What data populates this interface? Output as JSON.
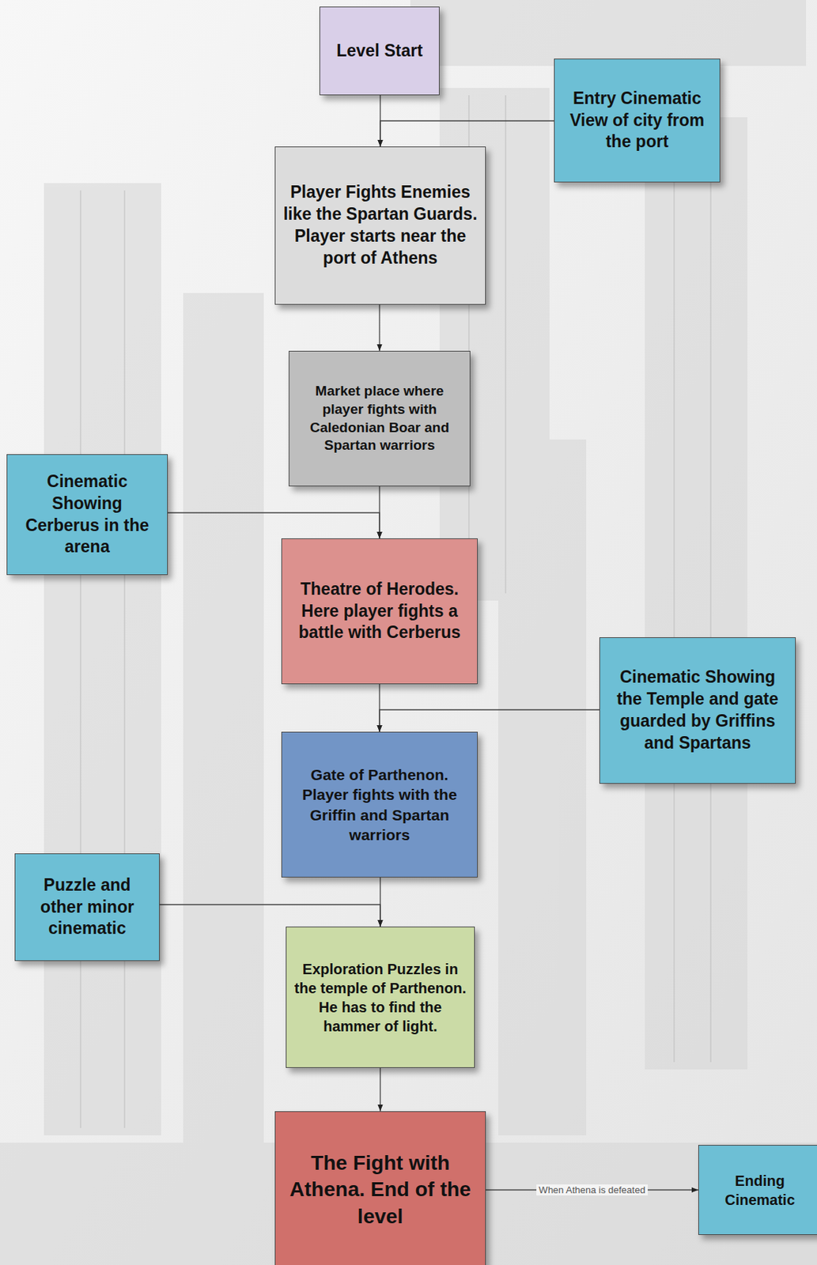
{
  "diagram": {
    "nodes": [
      {
        "text": [
          "Level Start"
        ]
      },
      {
        "text": [
          "Entry Cinematic View of city from the port"
        ]
      },
      {
        "text": [
          "Player Fights Enemies like the Spartan Guards. Player starts near the port of Athens"
        ]
      },
      {
        "text": [
          "Market place where player fights with Caledonian Boar and Spartan warriors"
        ]
      },
      {
        "text": [
          "Cinematic Showing Cerberus in the arena"
        ]
      },
      {
        "text": [
          "Theatre of Herodes. Here player fights a battle with Cerberus"
        ]
      },
      {
        "text": [
          "Cinematic Showing the Temple and gate guarded by Griffins and Spartans"
        ]
      },
      {
        "text": [
          "Gate of Parthenon. Player fights with the Griffin and Spartan warriors"
        ]
      },
      {
        "text": [
          "Puzzle and other minor cinematic"
        ]
      },
      {
        "text": [
          "Exploration Puzzles in the temple of Parthenon. He has to find the hammer of light."
        ]
      },
      {
        "text": [
          "The Fight with Athena. End of the level"
        ]
      },
      {
        "text": [
          "Ending Cinematic"
        ]
      }
    ],
    "edges": [
      {
        "from": 0,
        "to": 2,
        "arrow": "to"
      },
      {
        "from": 1,
        "to": 2,
        "arrow": "to"
      },
      {
        "from": 2,
        "to": 3,
        "arrow": "to"
      },
      {
        "from": 3,
        "to": 5,
        "arrow": "to"
      },
      {
        "from": 4,
        "to": 5,
        "arrow": "to"
      },
      {
        "from": 5,
        "to": 7,
        "arrow": "to"
      },
      {
        "from": 6,
        "to": 7,
        "arrow": "to"
      },
      {
        "from": 7,
        "to": 9,
        "arrow": "to"
      },
      {
        "from": 8,
        "to": 9,
        "arrow": "to"
      },
      {
        "from": 9,
        "to": 10,
        "arrow": "to"
      },
      {
        "from": 10,
        "to": 11,
        "label": "When Athena is defeated",
        "arrow": "to"
      }
    ]
  }
}
